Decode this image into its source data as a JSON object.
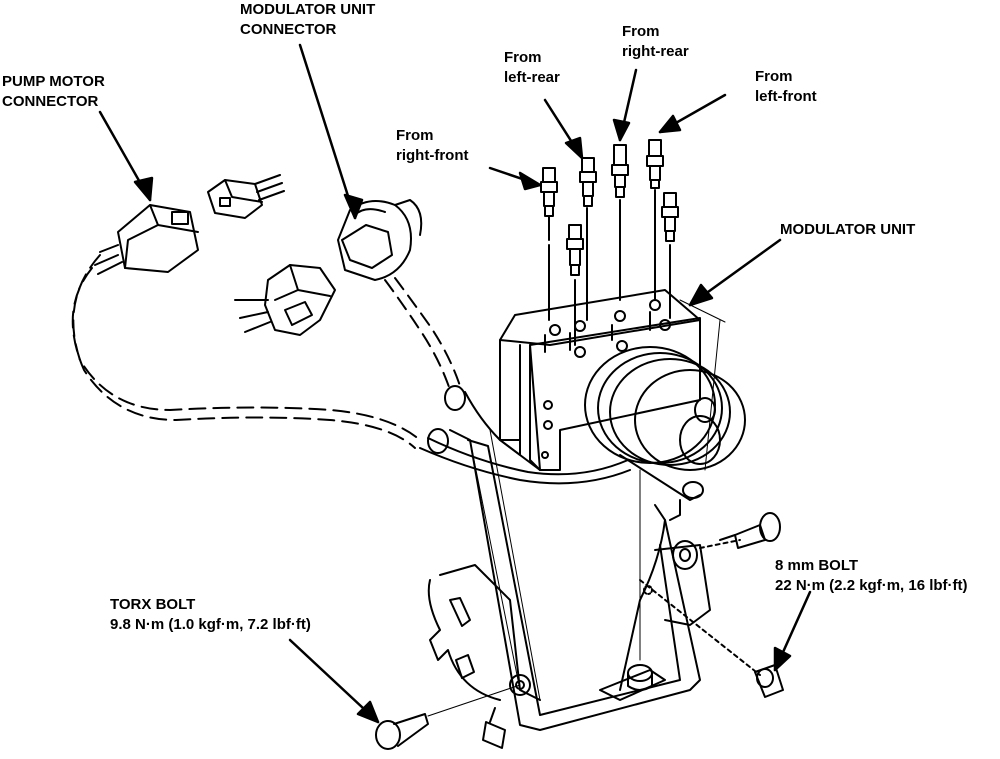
{
  "labels": {
    "modulator_connector": [
      "MODULATOR UNIT",
      "CONNECTOR"
    ],
    "pump_motor_connector": [
      "PUMP MOTOR",
      "CONNECTOR"
    ],
    "from_right_front": [
      "From",
      "right-front"
    ],
    "from_left_rear": [
      "From",
      "left-rear"
    ],
    "from_right_rear": [
      "From",
      "right-rear"
    ],
    "from_left_front": [
      "From",
      "left-front"
    ],
    "modulator_unit": "MODULATOR UNIT",
    "torx_bolt": [
      "TORX BOLT",
      "9.8 N·m (1.0 kgf·m, 7.2 lbf·ft)"
    ],
    "mm8_bolt": [
      "8 mm BOLT",
      "22 N·m (2.2 kgf·m, 16 lbf·ft)"
    ]
  },
  "colors": {
    "ink": "#000000",
    "paper": "#ffffff"
  }
}
